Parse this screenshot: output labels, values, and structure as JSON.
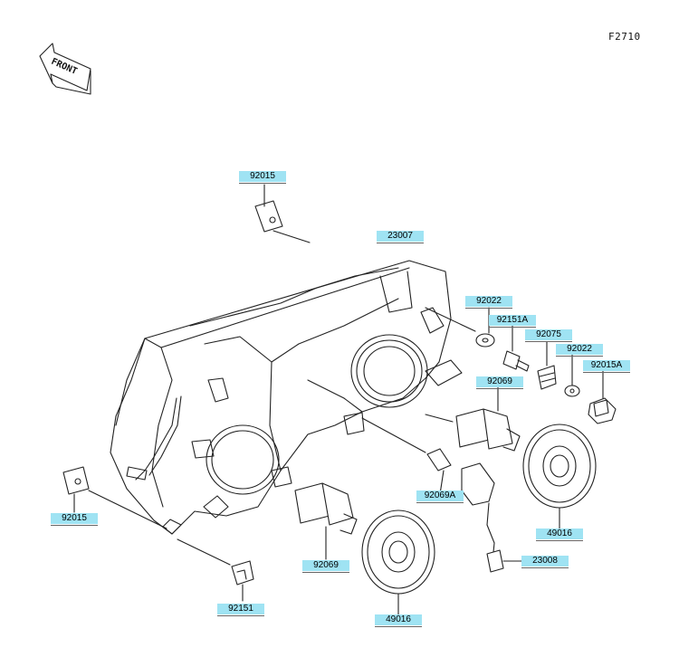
{
  "figure_number": "F2710",
  "front_label": "FRONT",
  "parts": [
    {
      "id": "92015-top",
      "number": "92015"
    },
    {
      "id": "23007",
      "number": "23007"
    },
    {
      "id": "92022-a",
      "number": "92022"
    },
    {
      "id": "92151A",
      "number": "92151A"
    },
    {
      "id": "92075",
      "number": "92075"
    },
    {
      "id": "92022-b",
      "number": "92022"
    },
    {
      "id": "92015A",
      "number": "92015A"
    },
    {
      "id": "92069-right",
      "number": "92069"
    },
    {
      "id": "92069A",
      "number": "92069A"
    },
    {
      "id": "49016-right",
      "number": "49016"
    },
    {
      "id": "23008",
      "number": "23008"
    },
    {
      "id": "92015-left",
      "number": "92015"
    },
    {
      "id": "92069-bottom",
      "number": "92069"
    },
    {
      "id": "92151",
      "number": "92151"
    },
    {
      "id": "49016-bottom",
      "number": "49016"
    }
  ],
  "colors": {
    "callout_fill": "#9fe3f3",
    "line": "#222222"
  }
}
